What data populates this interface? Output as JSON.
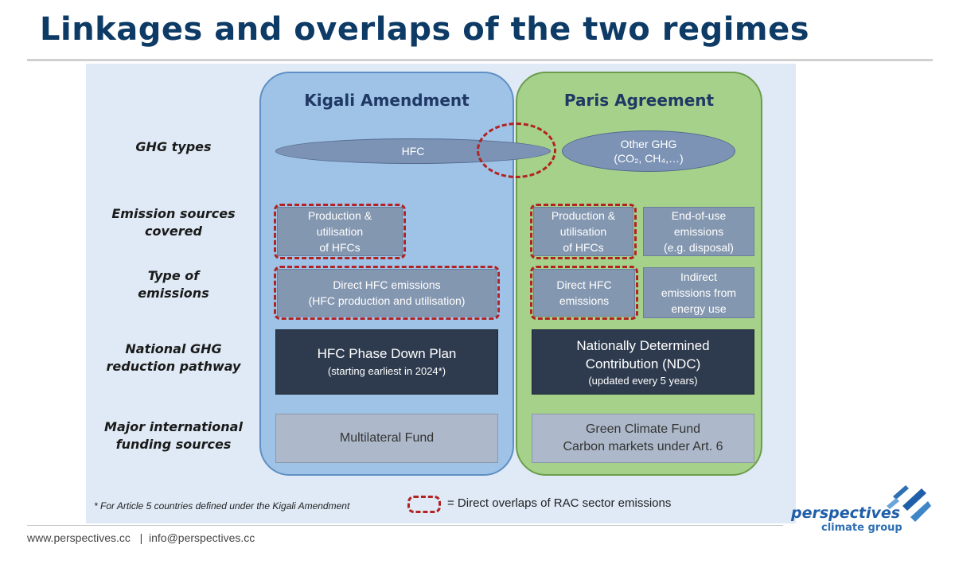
{
  "title": "Linkages and overlaps of the two regimes",
  "columns": {
    "kigali": "Kigali Amendment",
    "paris": "Paris Agreement"
  },
  "rows": {
    "ghg_types": "GHG types",
    "emission_sources": "Emission sources\ncovered",
    "type_of_emissions": "Type of\nemissions",
    "pathway": "National GHG\nreduction pathway",
    "funding": "Major international\nfunding sources"
  },
  "ghg": {
    "hfc": "HFC",
    "other_line1": "Other GHG",
    "other_line2": "(CO₂, CH₄,…)"
  },
  "sources": {
    "kigali": "Production &\nutilisation\nof HFCs",
    "paris_hfc": "Production &\nutilisation\nof HFCs",
    "paris_end": "End-of-use\nemissions\n(e.g. disposal)"
  },
  "emissions": {
    "kigali": "Direct HFC emissions\n(HFC production and utilisation)",
    "paris_direct": "Direct HFC\nemissions",
    "paris_indirect": "Indirect\nemissions from\nenergy use"
  },
  "pathway": {
    "kigali_main": "HFC Phase Down Plan",
    "kigali_sub": "(starting earliest in 2024*)",
    "paris_main": "Nationally Determined\nContribution (NDC)",
    "paris_sub": "(updated every 5 years)"
  },
  "funding": {
    "kigali": "Multilateral Fund",
    "paris": "Green Climate Fund\nCarbon markets under Art. 6"
  },
  "footnote": "* For Article 5 countries defined under the Kigali Amendment",
  "legend": "= Direct overlaps of RAC sector emissions",
  "footer": "www.perspectives.cc   |  info@perspectives.cc",
  "logo": {
    "line1": "perspectives",
    "line2": "climate group"
  },
  "colors": {
    "overlap_dash": "#b22222",
    "kigali_fill": "#9fc3e6",
    "paris_fill": "#a6d18b",
    "title": "#0d3b66"
  }
}
